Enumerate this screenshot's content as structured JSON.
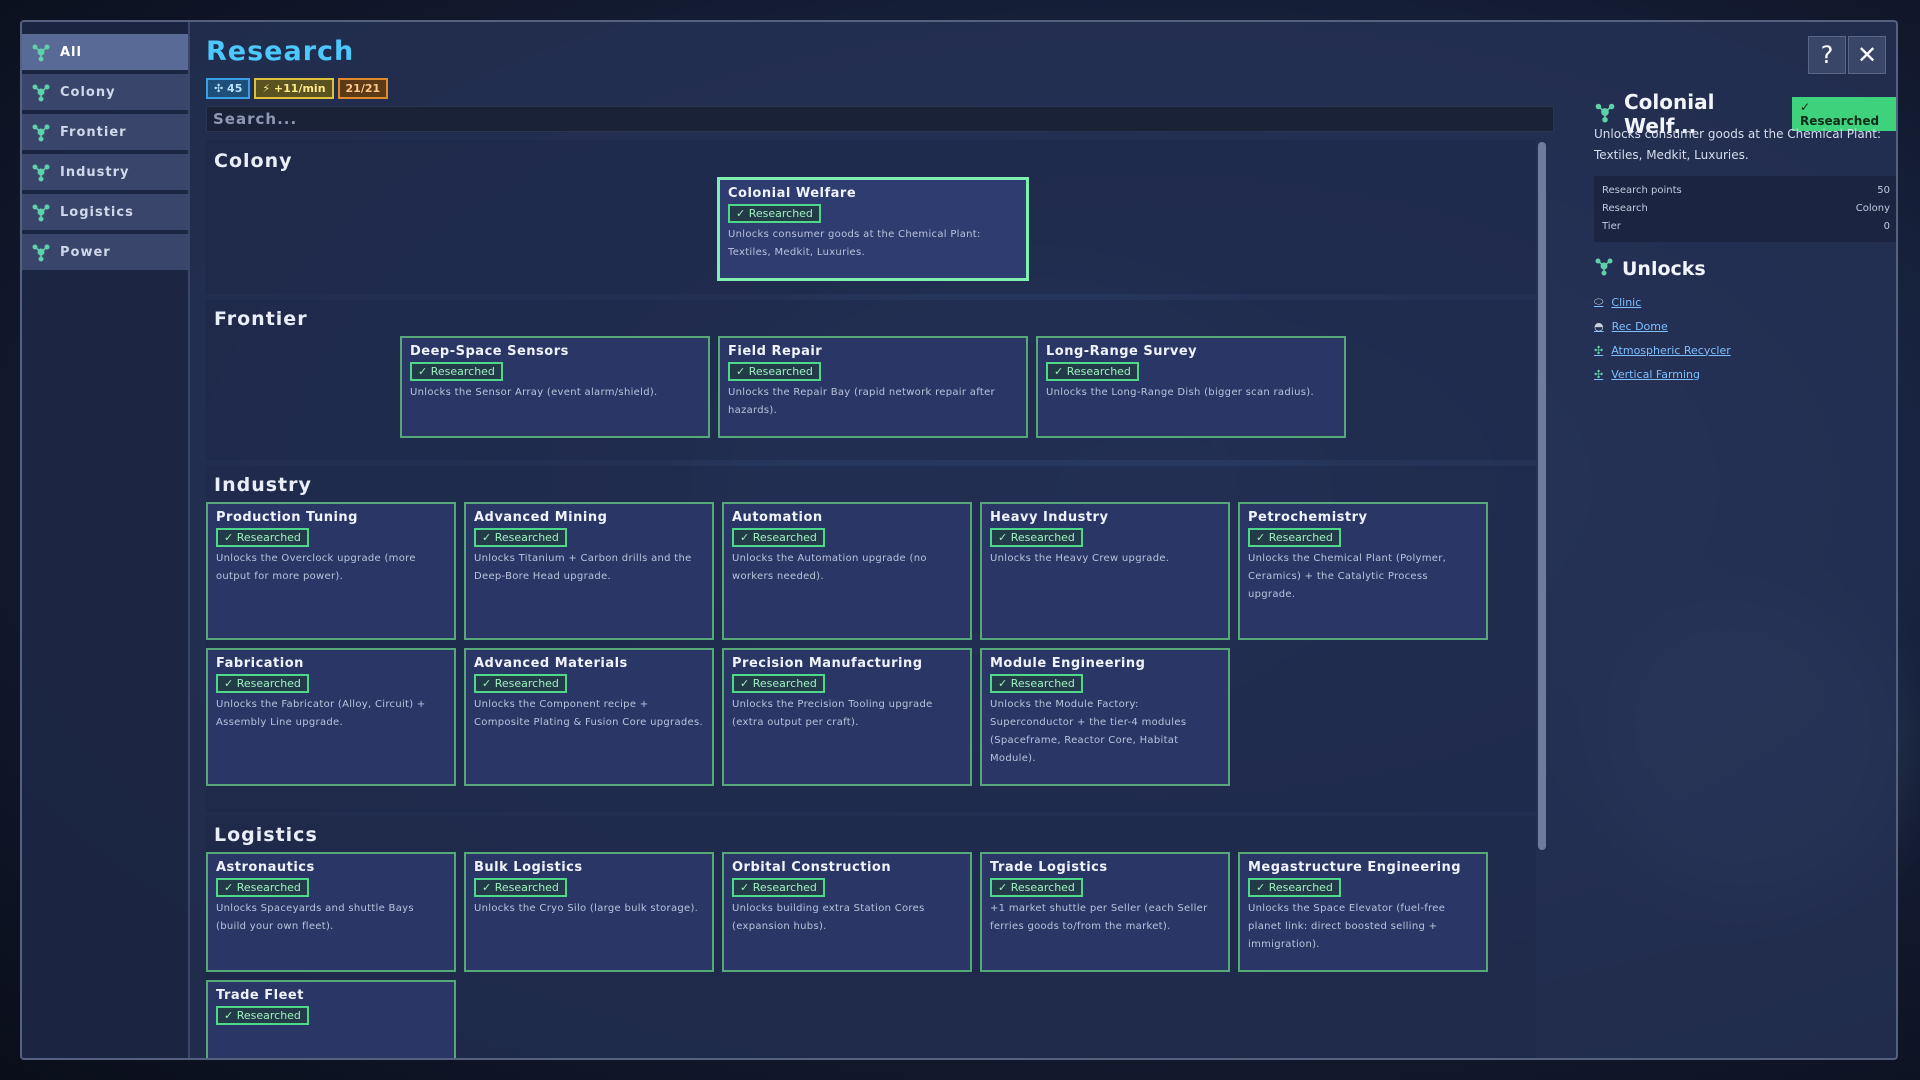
{
  "header": {
    "title": "Research",
    "help_label": "?",
    "close_label": "✕"
  },
  "stats": {
    "points": "45",
    "rate": "+11/min",
    "progress": "21/21"
  },
  "search": {
    "placeholder": "Search..."
  },
  "sidebar": {
    "items": [
      {
        "label": "All",
        "active": true
      },
      {
        "label": "Colony"
      },
      {
        "label": "Frontier"
      },
      {
        "label": "Industry"
      },
      {
        "label": "Logistics"
      },
      {
        "label": "Power"
      }
    ]
  },
  "sections": [
    {
      "title": "Colony",
      "cards": [
        {
          "title": "Colonial Welfare",
          "badge": "✓ Researched",
          "desc": "Unlocks consumer goods at the Chemical Plant: Textiles, Medkit, Luxuries."
        }
      ]
    },
    {
      "title": "Frontier",
      "cards": [
        {
          "title": "Deep-Space Sensors",
          "badge": "✓ Researched",
          "desc": "Unlocks the Sensor Array (event alarm/shield)."
        },
        {
          "title": "Field Repair",
          "badge": "✓ Researched",
          "desc": "Unlocks the Repair Bay (rapid network repair after hazards)."
        },
        {
          "title": "Long-Range Survey",
          "badge": "✓ Researched",
          "desc": "Unlocks the Long-Range Dish (bigger scan radius)."
        }
      ]
    },
    {
      "title": "Industry",
      "cards": [
        {
          "title": "Production Tuning",
          "badge": "✓ Researched",
          "desc": "Unlocks the Overclock upgrade (more output for more power)."
        },
        {
          "title": "Advanced Mining",
          "badge": "✓ Researched",
          "desc": "Unlocks Titanium + Carbon drills and the Deep-Bore Head upgrade."
        },
        {
          "title": "Automation",
          "badge": "✓ Researched",
          "desc": "Unlocks the Automation upgrade (no workers needed)."
        },
        {
          "title": "Heavy Industry",
          "badge": "✓ Researched",
          "desc": "Unlocks the Heavy Crew upgrade."
        },
        {
          "title": "Petrochemistry",
          "badge": "✓ Researched",
          "desc": "Unlocks the Chemical Plant (Polymer, Ceramics) + the Catalytic Process upgrade."
        },
        {
          "title": "Fabrication",
          "badge": "✓ Researched",
          "desc": "Unlocks the Fabricator (Alloy, Circuit) + Assembly Line upgrade."
        },
        {
          "title": "Advanced Materials",
          "badge": "✓ Researched",
          "desc": "Unlocks the Component recipe + Composite Plating & Fusion Core upgrades."
        },
        {
          "title": "Precision Manufacturing",
          "badge": "✓ Researched",
          "desc": "Unlocks the Precision Tooling upgrade (extra output per craft)."
        },
        {
          "title": "Module Engineering",
          "badge": "✓ Researched",
          "desc": "Unlocks the Module Factory: Superconductor + the tier-4 modules (Spaceframe, Reactor Core, Habitat Module)."
        }
      ]
    },
    {
      "title": "Logistics",
      "cards": [
        {
          "title": "Astronautics",
          "badge": "✓ Researched",
          "desc": "Unlocks Spaceyards and shuttle Bays (build your own fleet)."
        },
        {
          "title": "Bulk Logistics",
          "badge": "✓ Researched",
          "desc": "Unlocks the Cryo Silo (large bulk storage)."
        },
        {
          "title": "Orbital Construction",
          "badge": "✓ Researched",
          "desc": "Unlocks building extra Station Cores (expansion hubs)."
        },
        {
          "title": "Trade Logistics",
          "badge": "✓ Researched",
          "desc": "+1 market shuttle per Seller (each Seller ferries goods to/from the market)."
        },
        {
          "title": "Megastructure Engineering",
          "badge": "✓ Researched",
          "desc": "Unlocks the Space Elevator (fuel-free planet link: direct boosted selling + immigration)."
        },
        {
          "title": "Trade Fleet",
          "badge": "✓ Researched",
          "desc": ""
        }
      ]
    }
  ],
  "detail": {
    "title": "Colonial Welf...",
    "badge": "✓ Researched",
    "desc": "Unlocks consumer goods at the Chemical Plant: Textiles, Medkit, Luxuries.",
    "rows": [
      {
        "label": "Research points",
        "value": "50"
      },
      {
        "label": "Research",
        "value": "Colony"
      },
      {
        "label": "Tier",
        "value": "0"
      }
    ],
    "unlocks_title": "Unlocks",
    "unlocks": [
      "Clinic",
      "Rec Dome",
      "Atmospheric Recycler",
      "Vertical Farming"
    ]
  },
  "colors": {
    "accent": "#4cc8ff",
    "researched": "#3fd27d",
    "card_border": "#56a879",
    "panel": "#263256"
  }
}
